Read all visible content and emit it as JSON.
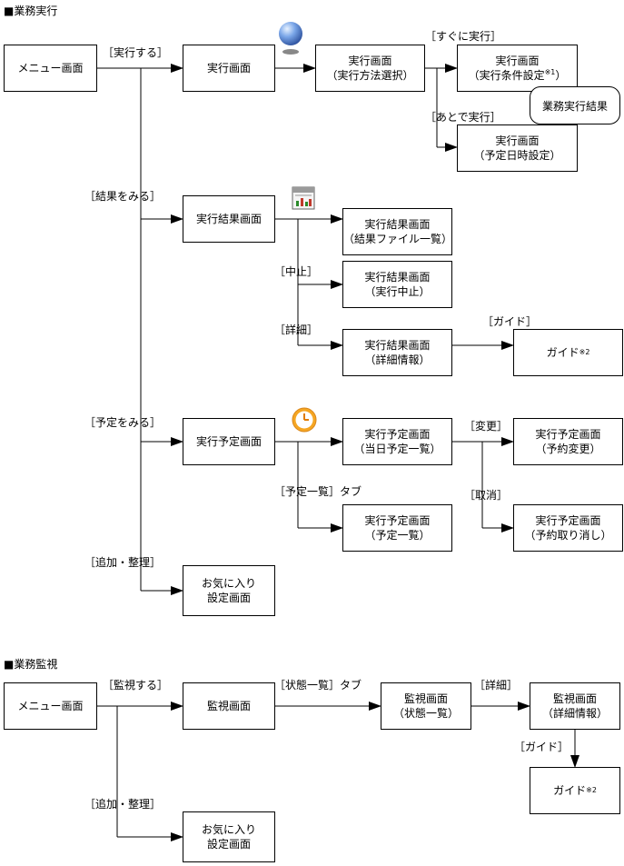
{
  "sections": {
    "exec": "■業務実行",
    "monitor": "■業務監視"
  },
  "boxes": {
    "menu1": "メニュー画面",
    "exec_screen": "実行画面",
    "exec_method": "実行画面\n（実行方法選択）",
    "exec_cond_line1": "実行画面",
    "exec_cond_line2": "（実行条件設定",
    "exec_cond_sup": "※1",
    "exec_cond_close": "）",
    "exec_date": "実行画面\n（予定日時設定）",
    "result_screen": "実行結果画面",
    "result_files": "実行結果画面\n（結果ファイル一覧）",
    "result_stop": "実行結果画面\n（実行中止）",
    "result_detail": "実行結果画面\n（詳細情報）",
    "guide1_text": "ガイド",
    "guide1_sup": "※2",
    "plan_screen": "実行予定画面",
    "plan_today": "実行予定画面\n（当日予定一覧）",
    "plan_list": "実行予定画面\n（予定一覧）",
    "plan_change": "実行予定画面\n（予約変更）",
    "plan_cancel": "実行予定画面\n（予約取り消し）",
    "fav1": "お気に入り\n設定画面",
    "menu2": "メニュー画面",
    "monitor_screen": "監視画面",
    "monitor_status": "監視画面\n（状態一覧）",
    "monitor_detail": "監視画面\n（詳細情報）",
    "guide2_text": "ガイド",
    "guide2_sup": "※2",
    "fav2": "お気に入り\n設定画面"
  },
  "bubble": "業務実行結果",
  "labels": {
    "do_exec": "［実行する］",
    "now": "［すぐに実行］",
    "later": "［あとで実行］",
    "see_result": "［結果をみる］",
    "stop": "［中止］",
    "detail": "［詳細］",
    "guide1": "［ガイド］",
    "see_plan": "［予定をみる］",
    "change": "［変更］",
    "cancel": "［取消］",
    "plan_list_tab": "［予定一覧］タブ",
    "add_org1": "［追加・整理］",
    "do_monitor": "［監視する］",
    "status_tab": "［状態一覧］タブ",
    "monitor_detail": "［詳細］",
    "guide2": "［ガイド］",
    "add_org2": "［追加・整理］"
  },
  "icons": {
    "exec": "blue-sphere-icon",
    "result": "document-chart-icon",
    "plan": "clock-icon"
  }
}
